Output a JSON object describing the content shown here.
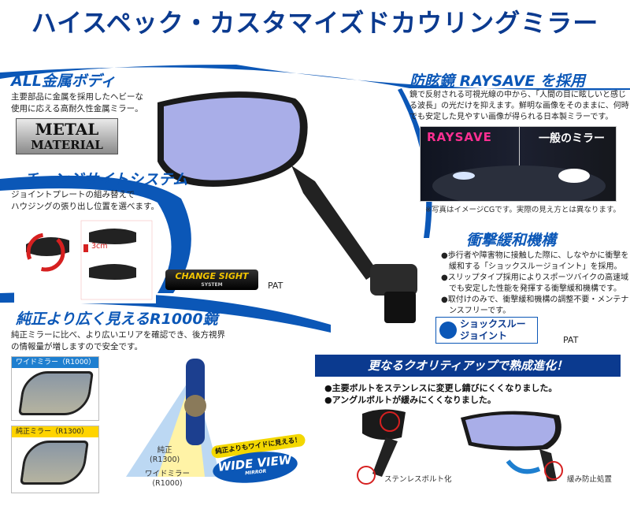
{
  "title": "ハイスペック・カスタマイズドカウリングミラー",
  "metal_body": {
    "heading": "ALL金属ボディ",
    "text_lines": [
      "主要部品に金属を採用したヘビーな",
      "使用に応える高耐久性金属ミラー。"
    ],
    "badge_line1": "METAL",
    "badge_line2": "MATERIAL"
  },
  "change_sight": {
    "heading": "チェンジサイトシステム",
    "text_lines": [
      "ジョイントプレートの組み替えで",
      "ハウジングの張り出し位置を選べます。"
    ],
    "offset_label": "3cm",
    "badge_text": "CHANGE SIGHT",
    "badge_sub": "SYSTEM",
    "pat": "PAT"
  },
  "wider_view": {
    "heading": "純正より広く見えるR1000鏡",
    "text_lines": [
      "純正ミラーに比べ、より広いエリアを確認でき、後方視界",
      "の情報量が増しますので安全です。"
    ],
    "wide_mirror_label": "ワイドミラー（R1000）",
    "stock_mirror_label": "純正ミラー（R1300）",
    "stock_tag_line1": "純正",
    "stock_tag_line2": "(R1300)",
    "wide_tag_line1": "ワイドミラー",
    "wide_tag_line2": "(R1000)",
    "bubble_text": "純正よりもワイドに見える！",
    "wide_view_badge": "WIDE VIEW",
    "wide_view_sub": "MIRROR"
  },
  "raysave": {
    "heading": "防眩鏡 RAYSAVE を採用",
    "text_lines": [
      "鏡で反射される可視光線の中から、「人間の目に眩しいと感じ",
      "る波長」の光だけを抑えます。鮮明な画像をそのままに、何時",
      "でも安定した見やすい画像が得られる日本製ミラーです。"
    ],
    "image_label_left": "RAYSAVE",
    "image_label_right": "一般のミラー",
    "caption": "※写真はイメージCGです。実際の見え方とは異なります。"
  },
  "shock": {
    "heading": "衝撃緩和機構",
    "text_lines": [
      "●歩行者や障害物に接触した際に、しなやかに衝撃を",
      "　緩和する「ショックスルージョイント」を採用。",
      "●スリップタイプ採用によりスポーツバイクの高速域",
      "　でも安定した性能を発揮する衝撃緩和機構です。",
      "●取付けのみで、衝撃緩和機構の調整不要・メンテナ",
      "　ンスフリーです。"
    ],
    "logo_line1": "ショックスルー",
    "logo_line2": "ジョイント",
    "pat": "PAT"
  },
  "quality": {
    "banner": "更なるクオリティアップで熟成進化！",
    "bullets": [
      "●主要ボルトをステンレスに変更し錆びにくくなりました。",
      "●アングルボルトが緩みにくくなりました。"
    ],
    "caption_left": "ステンレスボルト化",
    "caption_right": "緩み防止処置"
  },
  "colors": {
    "brand_blue": "#0b3a8f",
    "accent_blue": "#0b57b7",
    "raysave_pink": "#ff2f92",
    "mirror_glass": "#a9aee8",
    "highlight_yellow": "#f3d700",
    "alert_red": "#d62020"
  }
}
